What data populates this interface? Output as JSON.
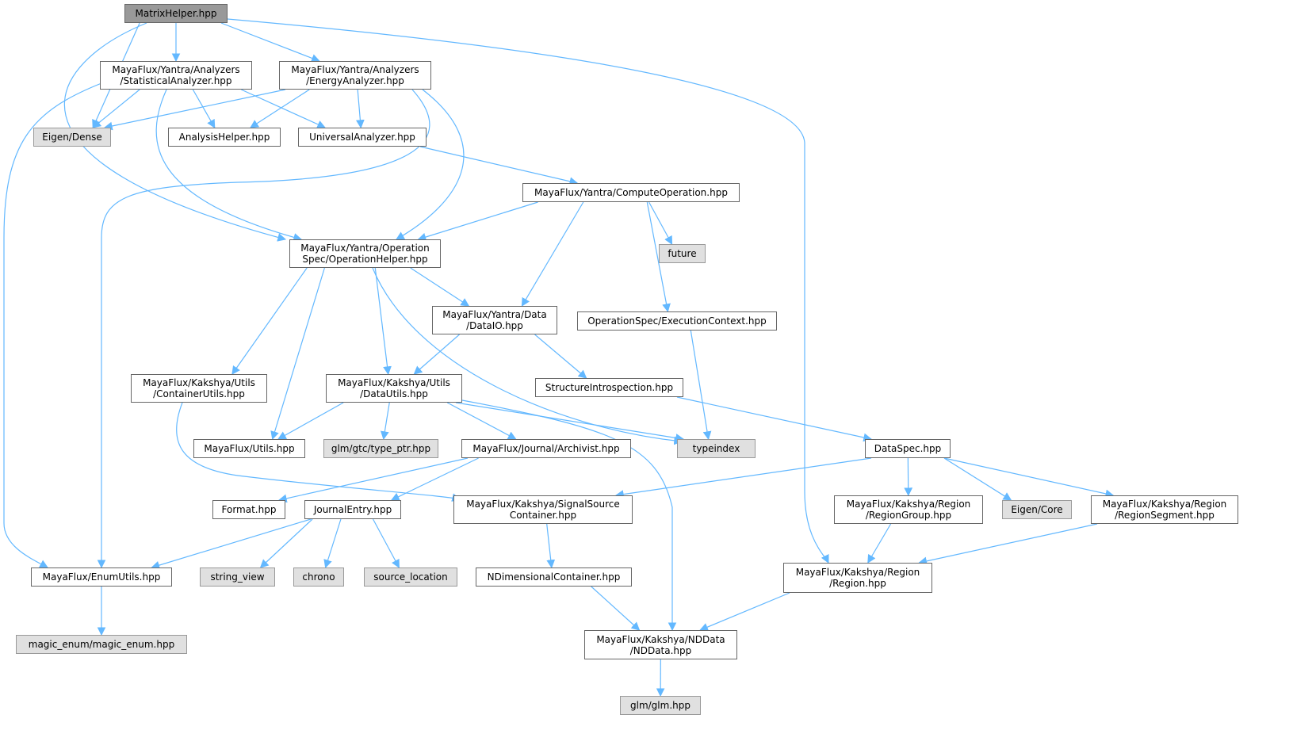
{
  "title": "MatrixHelper.hpp include dependency graph",
  "colors": {
    "edge": "#63b8ff",
    "root_fill": "#999999",
    "external_fill": "#e0e0e0",
    "node_border": "#666666"
  },
  "nodes": [
    {
      "id": "n0",
      "label": "MatrixHelper.hpp"
    },
    {
      "id": "n1",
      "label": "MayaFlux/Yantra/Analyzers\n/StatisticalAnalyzer.hpp"
    },
    {
      "id": "n2",
      "label": "MayaFlux/Yantra/Analyzers\n/EnergyAnalyzer.hpp"
    },
    {
      "id": "n3",
      "label": "Eigen/Dense"
    },
    {
      "id": "n4",
      "label": "AnalysisHelper.hpp"
    },
    {
      "id": "n5",
      "label": "UniversalAnalyzer.hpp"
    },
    {
      "id": "n6",
      "label": "MayaFlux/Yantra/ComputeOperation.hpp"
    },
    {
      "id": "n7",
      "label": "MayaFlux/Yantra/Operation\nSpec/OperationHelper.hpp"
    },
    {
      "id": "n8",
      "label": "future"
    },
    {
      "id": "n9",
      "label": "MayaFlux/Yantra/Data\n/DataIO.hpp"
    },
    {
      "id": "n10",
      "label": "OperationSpec/ExecutionContext.hpp"
    },
    {
      "id": "n11",
      "label": "MayaFlux/Kakshya/Utils\n/ContainerUtils.hpp"
    },
    {
      "id": "n12",
      "label": "MayaFlux/Kakshya/Utils\n/DataUtils.hpp"
    },
    {
      "id": "n13",
      "label": "StructureIntrospection.hpp"
    },
    {
      "id": "n14",
      "label": "MayaFlux/Utils.hpp"
    },
    {
      "id": "n15",
      "label": "glm/gtc/type_ptr.hpp"
    },
    {
      "id": "n16",
      "label": "MayaFlux/Journal/Archivist.hpp"
    },
    {
      "id": "n17",
      "label": "typeindex"
    },
    {
      "id": "n18",
      "label": "DataSpec.hpp"
    },
    {
      "id": "n19",
      "label": "Format.hpp"
    },
    {
      "id": "n20",
      "label": "JournalEntry.hpp"
    },
    {
      "id": "n21",
      "label": "MayaFlux/Kakshya/SignalSource\nContainer.hpp"
    },
    {
      "id": "n22",
      "label": "MayaFlux/Kakshya/Region\n/RegionGroup.hpp"
    },
    {
      "id": "n23",
      "label": "Eigen/Core"
    },
    {
      "id": "n24",
      "label": "MayaFlux/Kakshya/Region\n/RegionSegment.hpp"
    },
    {
      "id": "n25",
      "label": "MayaFlux/EnumUtils.hpp"
    },
    {
      "id": "n26",
      "label": "string_view"
    },
    {
      "id": "n27",
      "label": "chrono"
    },
    {
      "id": "n28",
      "label": "source_location"
    },
    {
      "id": "n29",
      "label": "NDimensionalContainer.hpp"
    },
    {
      "id": "n30",
      "label": "MayaFlux/Kakshya/Region\n/Region.hpp"
    },
    {
      "id": "n31",
      "label": "magic_enum/magic_enum.hpp"
    },
    {
      "id": "n32",
      "label": "MayaFlux/Kakshya/NDData\n/NDData.hpp"
    },
    {
      "id": "n33",
      "label": "glm/glm.hpp"
    }
  ],
  "edges": [
    [
      "n0",
      "n1"
    ],
    [
      "n0",
      "n2"
    ],
    [
      "n0",
      "n3"
    ],
    [
      "n0",
      "n7"
    ],
    [
      "n0",
      "n30"
    ],
    [
      "n1",
      "n3"
    ],
    [
      "n1",
      "n4"
    ],
    [
      "n1",
      "n5"
    ],
    [
      "n1",
      "n7"
    ],
    [
      "n1",
      "n25"
    ],
    [
      "n2",
      "n3"
    ],
    [
      "n2",
      "n4"
    ],
    [
      "n2",
      "n5"
    ],
    [
      "n2",
      "n7"
    ],
    [
      "n2",
      "n25"
    ],
    [
      "n5",
      "n6"
    ],
    [
      "n6",
      "n7"
    ],
    [
      "n6",
      "n9"
    ],
    [
      "n6",
      "n8"
    ],
    [
      "n6",
      "n10"
    ],
    [
      "n7",
      "n11"
    ],
    [
      "n7",
      "n14"
    ],
    [
      "n7",
      "n12"
    ],
    [
      "n7",
      "n9"
    ],
    [
      "n7",
      "n17"
    ],
    [
      "n9",
      "n12"
    ],
    [
      "n9",
      "n13"
    ],
    [
      "n10",
      "n17"
    ],
    [
      "n11",
      "n21"
    ],
    [
      "n12",
      "n14"
    ],
    [
      "n12",
      "n15"
    ],
    [
      "n12",
      "n16"
    ],
    [
      "n12",
      "n17"
    ],
    [
      "n12",
      "n32"
    ],
    [
      "n13",
      "n18"
    ],
    [
      "n16",
      "n19"
    ],
    [
      "n16",
      "n20"
    ],
    [
      "n18",
      "n21"
    ],
    [
      "n18",
      "n22"
    ],
    [
      "n18",
      "n23"
    ],
    [
      "n18",
      "n24"
    ],
    [
      "n20",
      "n25"
    ],
    [
      "n20",
      "n26"
    ],
    [
      "n20",
      "n27"
    ],
    [
      "n20",
      "n28"
    ],
    [
      "n21",
      "n29"
    ],
    [
      "n22",
      "n30"
    ],
    [
      "n24",
      "n30"
    ],
    [
      "n25",
      "n31"
    ],
    [
      "n29",
      "n32"
    ],
    [
      "n30",
      "n32"
    ],
    [
      "n32",
      "n33"
    ]
  ]
}
